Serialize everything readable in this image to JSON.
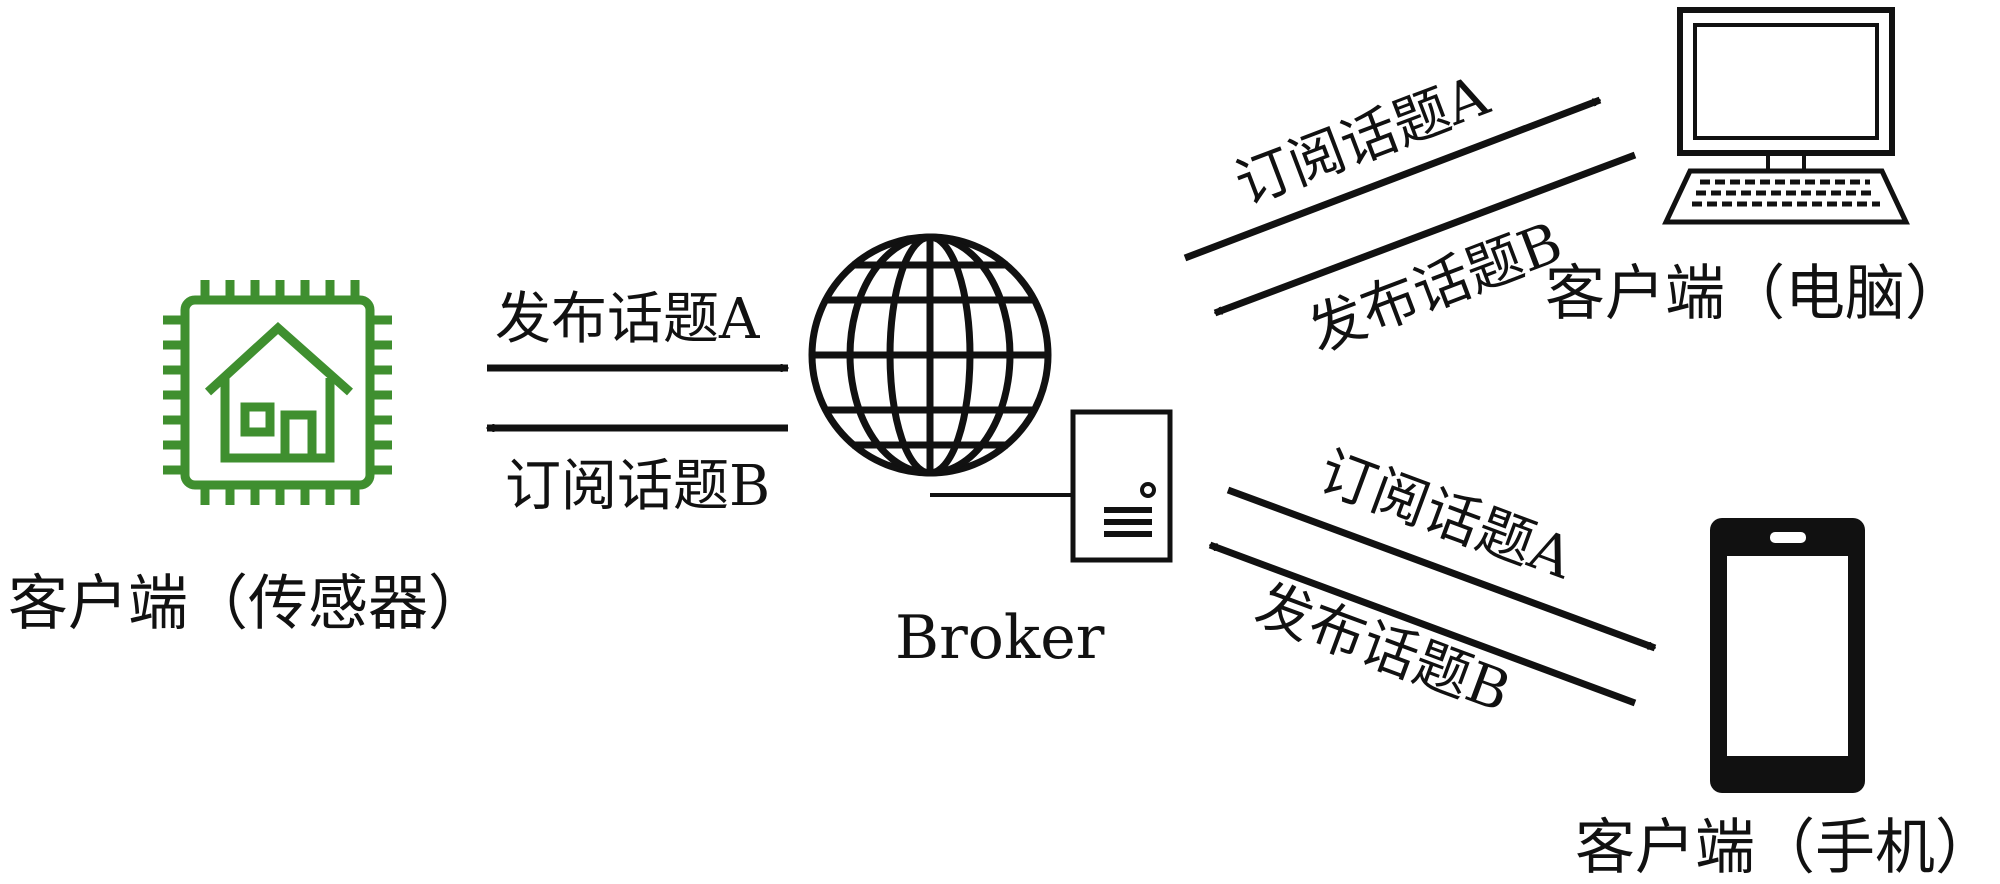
{
  "nodes": {
    "sensor": {
      "label": "客户端（传感器）"
    },
    "broker": {
      "label": "Broker"
    },
    "pc": {
      "label": "客户端（电脑）"
    },
    "phone": {
      "label": "客户端（手机）"
    }
  },
  "links": {
    "sensor_publish": "发布话题A",
    "sensor_subscribe": "订阅话题B",
    "pc_subscribe": "订阅话题A",
    "pc_publish": "发布话题B",
    "phone_subscribe": "订阅话题A",
    "phone_publish": "发布话题B"
  },
  "colors": {
    "sensor_icon": "#3f8f2f",
    "stroke": "#111111"
  },
  "icons": {
    "sensor": "iot-chip-house-icon",
    "broker_globe": "globe-icon",
    "broker_server": "server-icon",
    "pc": "desktop-computer-icon",
    "phone": "smartphone-icon"
  }
}
